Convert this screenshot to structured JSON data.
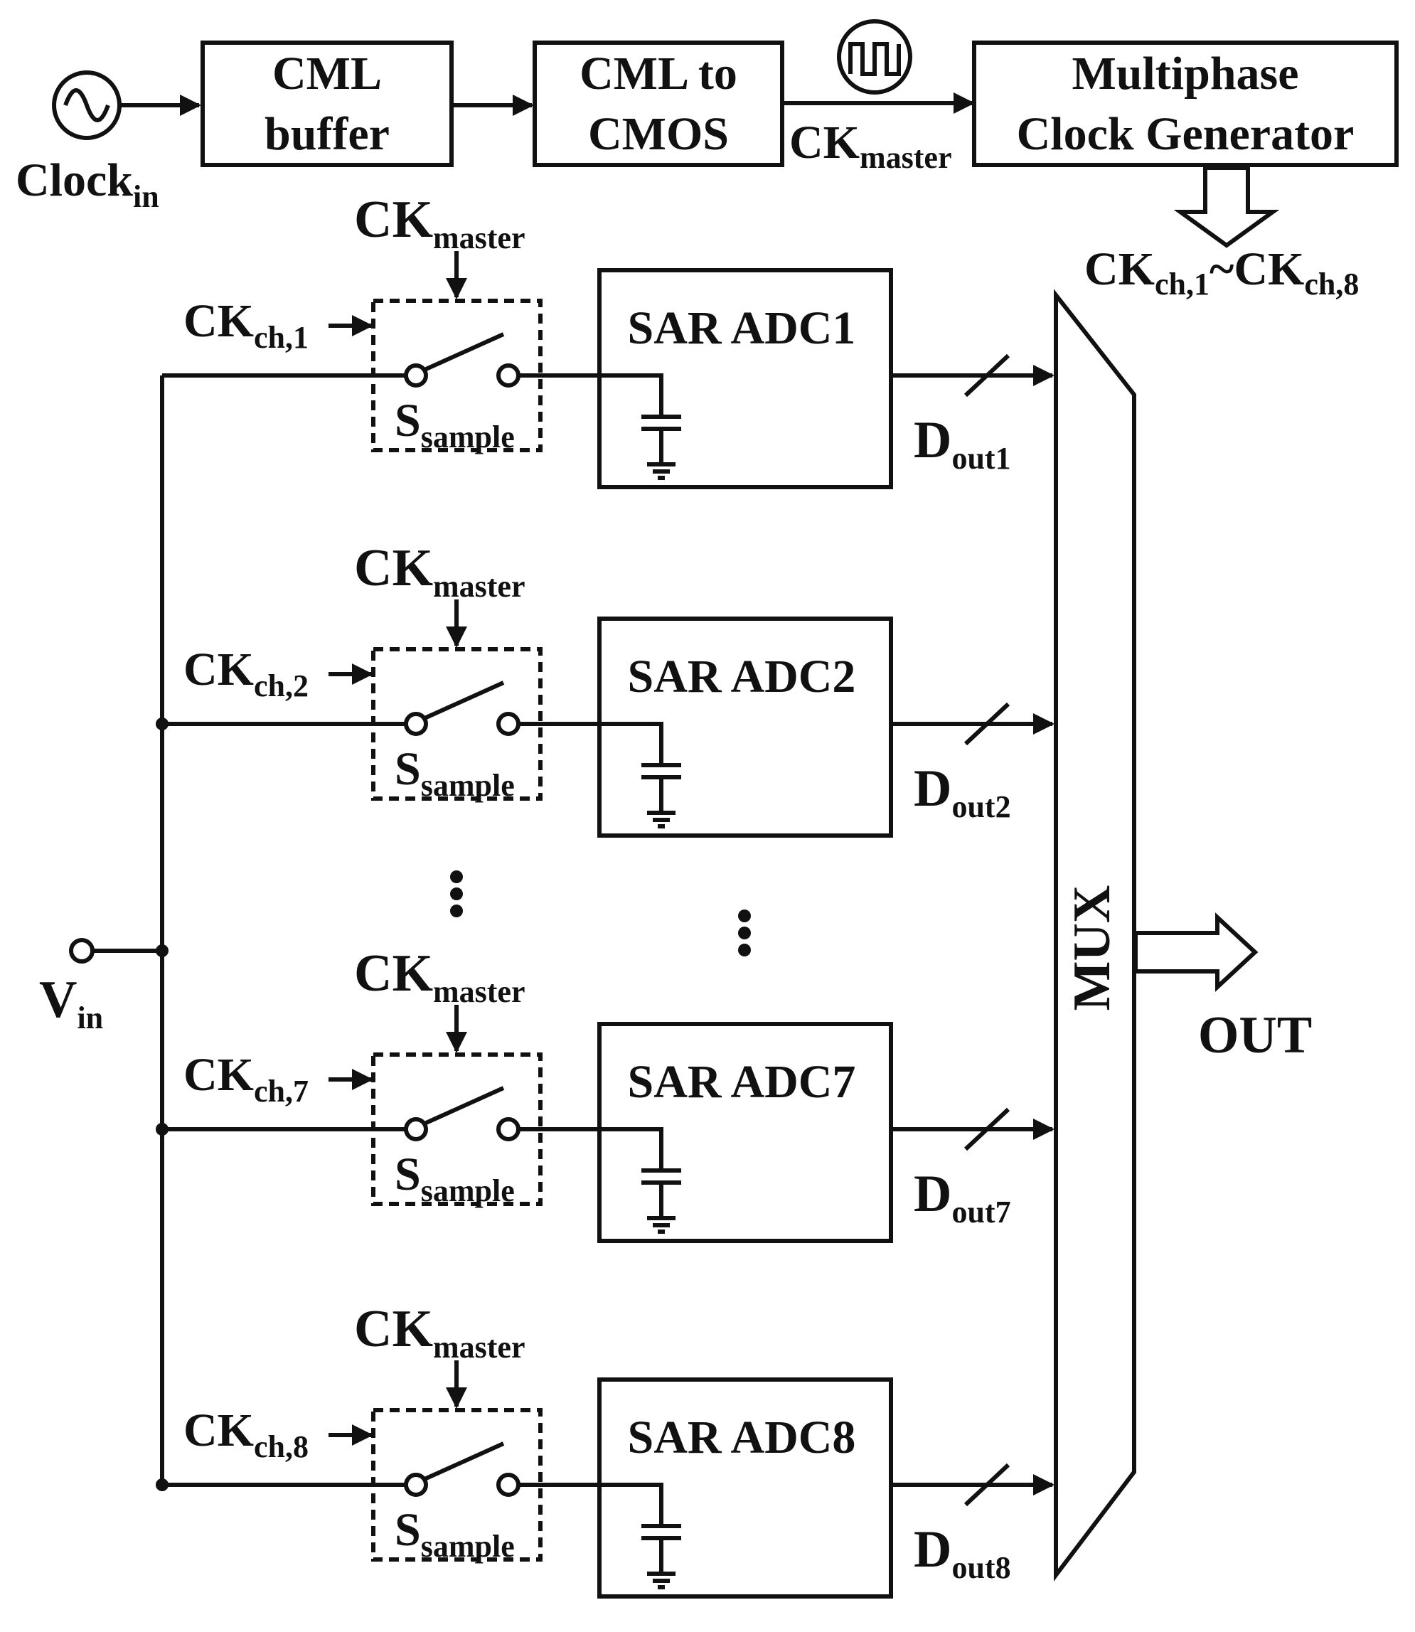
{
  "clock_in": {
    "label": "Clock",
    "sub": "in"
  },
  "cml_buffer": {
    "line1": "CML",
    "line2": "buffer"
  },
  "cml_to_cmos": {
    "line1": "CML to",
    "line2": "CMOS"
  },
  "ck_master_top": {
    "label": "CK",
    "sub": "master"
  },
  "multiphase": {
    "line1": "Multiphase",
    "line2": "Clock Generator"
  },
  "ck_range": {
    "a": "CK",
    "a_sub": "ch,1",
    "tilde": "~",
    "b": "CK",
    "b_sub": "ch,8"
  },
  "vin": {
    "label": "V",
    "sub": "in"
  },
  "mux_label": "MUX",
  "out_label": "OUT",
  "channels": [
    {
      "adc": "SAR ADC1",
      "ck": "CK",
      "ck_sub": "ch,1",
      "master": "CK",
      "master_sub": "master",
      "switch": "S",
      "switch_sub": "sample",
      "dout": "D",
      "dout_sub": "out1"
    },
    {
      "adc": "SAR ADC2",
      "ck": "CK",
      "ck_sub": "ch,2",
      "master": "CK",
      "master_sub": "master",
      "switch": "S",
      "switch_sub": "sample",
      "dout": "D",
      "dout_sub": "out2"
    },
    {
      "adc": "SAR ADC7",
      "ck": "CK",
      "ck_sub": "ch,7",
      "master": "CK",
      "master_sub": "master",
      "switch": "S",
      "switch_sub": "sample",
      "dout": "D",
      "dout_sub": "out7"
    },
    {
      "adc": "SAR ADC8",
      "ck": "CK",
      "ck_sub": "ch,8",
      "master": "CK",
      "master_sub": "master",
      "switch": "S",
      "switch_sub": "sample",
      "dout": "D",
      "dout_sub": "out8"
    }
  ]
}
